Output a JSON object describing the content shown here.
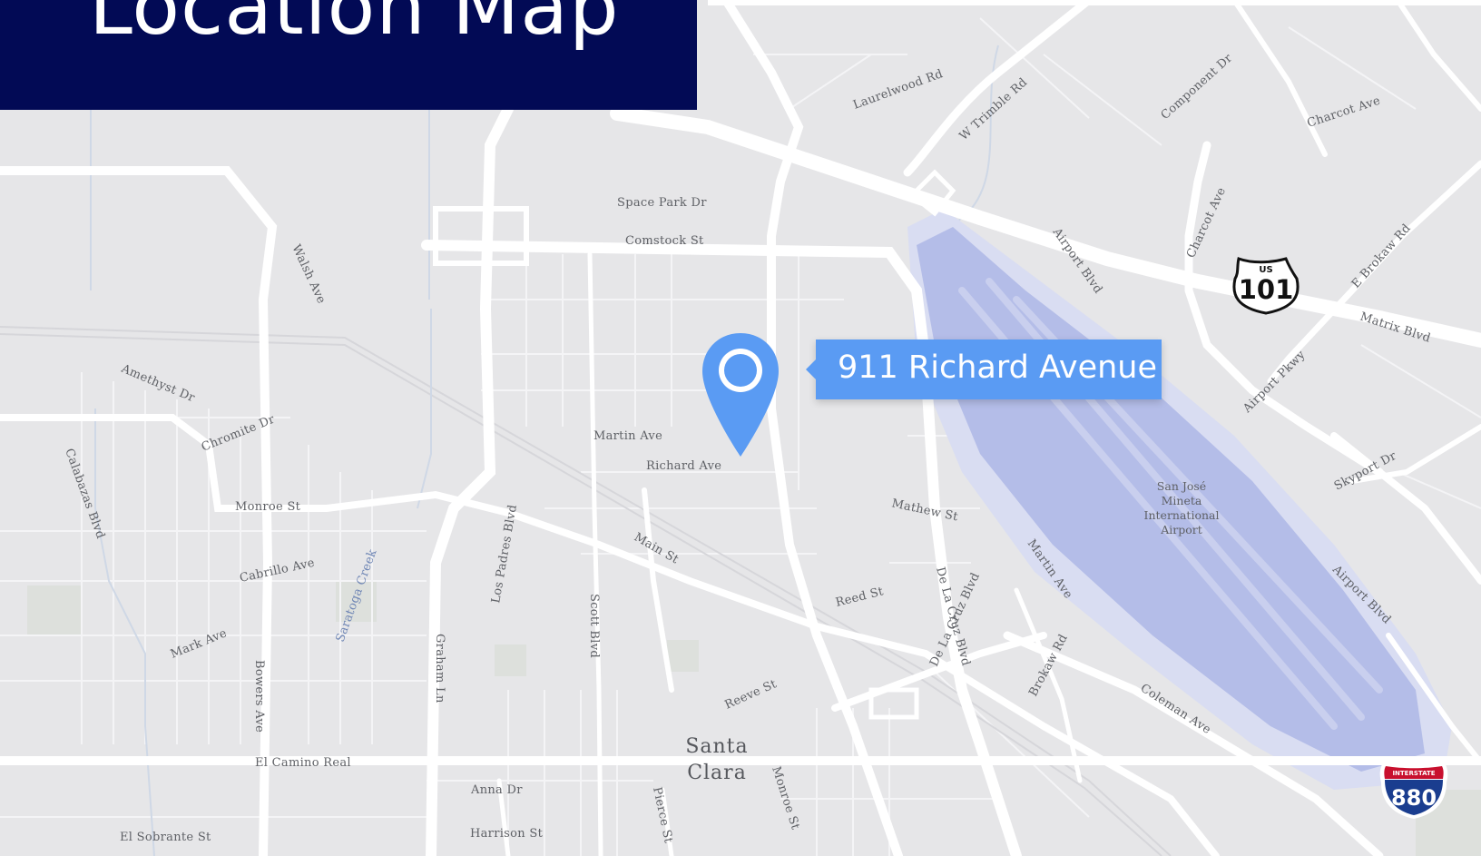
{
  "header": {
    "title": "Location Map"
  },
  "callout": {
    "address": "911 Richard Avenue"
  },
  "highways": [
    {
      "name": "US 101",
      "shield_top": "US",
      "number": "101"
    },
    {
      "name": "Interstate 880",
      "shield_top": "INTERSTATE",
      "number": "880"
    }
  ],
  "map": {
    "city": [
      "Santa",
      "Clara"
    ],
    "airport": [
      "San José",
      "Mineta",
      "International",
      "Airport"
    ],
    "labels": {
      "laurelwood": "Laurelwood Rd",
      "trimble": "W Trimble Rd",
      "component": "Component Dr",
      "charcot_ave": "Charcot Ave",
      "charcot_ave2": "Charcot Ave",
      "space_park": "Space Park Dr",
      "comstock": "Comstock St",
      "airport_blvd_n": "Airport Blvd",
      "e_brokaw": "E Brokaw Rd",
      "matrix": "Matrix Blvd",
      "airport_pkwy": "Airport Pkwy",
      "skyport": "Skyport Dr",
      "airport_blvd_s": "Airport Blvd",
      "walsh": "Walsh Ave",
      "amethyst": "Amethyst Dr",
      "chromite": "Chromite Dr",
      "calabazas": "Calabazas Blvd",
      "monroe_st": "Monroe St",
      "cabrillo": "Cabrillo Ave",
      "saratoga": "Saratoga Creek",
      "mark": "Mark Ave",
      "bowers": "Bowers Ave",
      "el_camino": "El Camino Real",
      "el_sobrante": "El Sobrante St",
      "martin_w": "Martin Ave",
      "richard": "Richard Ave",
      "mathew": "Mathew St",
      "main": "Main St",
      "los_padres": "Los Padres Blvd",
      "scott": "Scott Blvd",
      "graham": "Graham Ln",
      "reed": "Reed St",
      "de_la_cruz": "De La Cruz Blvd",
      "martin_e": "Martin Ave",
      "brokaw": "Brokaw Rd",
      "coleman": "Coleman Ave",
      "reeve": "Reeve St",
      "anna": "Anna Dr",
      "harrison": "Harrison St",
      "pierce": "Pierce St",
      "monroe_s": "Monroe St"
    }
  },
  "colors": {
    "title_background": "#020a55",
    "pin_and_callout": "#5a9bf3",
    "map_background": "#e6e6e8",
    "airport_fill": "#b4bde8"
  },
  "icons": {
    "pin": "map-pin-icon"
  }
}
